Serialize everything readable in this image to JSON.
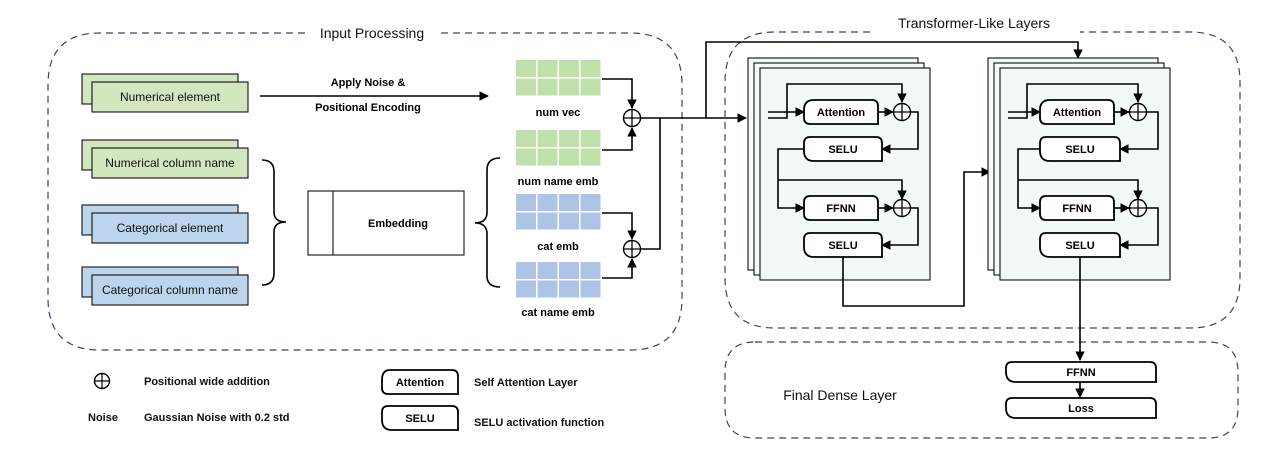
{
  "sections": {
    "input_processing": "Input Processing",
    "transformer_layers": "Transformer-Like Layers",
    "final_dense": "Final Dense Layer"
  },
  "inputs": [
    "Numerical element",
    "Numerical column name",
    "Categorical element",
    "Categorical column name"
  ],
  "apply_noise": {
    "line1": "Apply Noise &",
    "line2": "Positional Encoding"
  },
  "embedding": "Embedding",
  "vectors": [
    "num vec",
    "num name emb",
    "cat emb",
    "cat name emb"
  ],
  "block1": {
    "attention": "Attention",
    "selu1": "SELU",
    "ffnn": "FFNN",
    "selu2": "SELU"
  },
  "block2": {
    "attention": "Attention",
    "selu1": "SELU",
    "ffnn": "FFNN",
    "selu2": "SELU"
  },
  "final": {
    "ffnn": "FFNN",
    "loss": "Loss"
  },
  "legend": {
    "addition": "Positional wide addition",
    "noise_key": "Noise",
    "noise_desc": "Gaussian Noise with 0.2 std",
    "attention_key": "Attention",
    "attention_desc": "Self Attention Layer",
    "selu_key": "SELU",
    "selu_desc": "SELU activation function"
  },
  "colors": {
    "numeric_fill": "#d2e6bf",
    "categorical_fill": "#bcd4ec",
    "layer_fill": "#f2f9f8",
    "dashed_border": "#34466b"
  }
}
